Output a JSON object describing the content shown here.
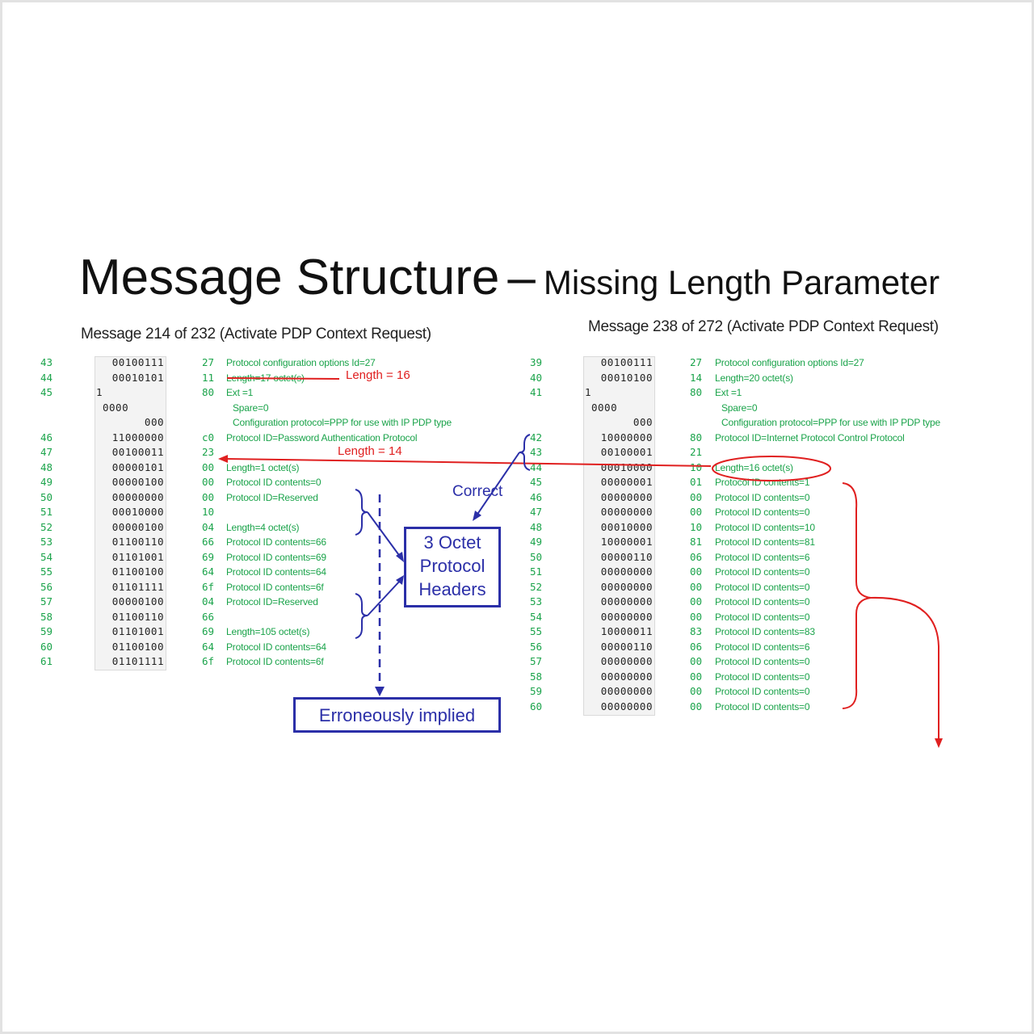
{
  "title": {
    "main": "Message Structure",
    "dash": "–",
    "sub": "Missing Length Parameter"
  },
  "left": {
    "header": "Message 214 of 232  (Activate PDP Context Request)",
    "numbers": [
      "43",
      "44",
      "45",
      "",
      "",
      "46",
      "47",
      "48",
      "49",
      "50",
      "51",
      "52",
      "53",
      "54",
      "55",
      "56",
      "57",
      "58",
      "59",
      "60",
      "61"
    ],
    "bits": [
      "00100111",
      "00010101",
      "1",
      "0000",
      "000",
      "11000000",
      "00100011",
      "00000101",
      "00000100",
      "00000000",
      "00010000",
      "00000100",
      "01100110",
      "01101001",
      "01100100",
      "01101111",
      "00000100",
      "01100110",
      "01101001",
      "01100100",
      "01101111"
    ],
    "hex": [
      "27",
      "11",
      "80",
      "",
      "",
      "c0",
      "23",
      "00",
      "00",
      "00",
      "10",
      "04",
      "66",
      "69",
      "64",
      "6f",
      "04",
      "66",
      "69",
      "64",
      "6f"
    ],
    "desc": [
      "Protocol configuration options Id=27",
      "Length=17 octet(s)",
      "Ext =1",
      "Spare=0",
      "Configuration protocol=PPP for use with IP PDP type",
      "Protocol ID=Password Authentication Protocol",
      "",
      "Length=1 octet(s)",
      "Protocol ID contents=0",
      "Protocol ID=Reserved",
      "",
      "Length=4 octet(s)",
      "Protocol ID contents=66",
      "Protocol ID contents=69",
      "Protocol ID contents=64",
      "Protocol ID contents=6f",
      "Protocol ID=Reserved",
      "",
      "Length=105 octet(s)",
      "Protocol ID contents=64",
      "Protocol ID contents=6f"
    ]
  },
  "right": {
    "header": "Message 238 of 272  (Activate PDP Context  Request)",
    "numbers": [
      "39",
      "40",
      "41",
      "",
      "",
      "42",
      "43",
      "44",
      "45",
      "46",
      "47",
      "48",
      "49",
      "50",
      "51",
      "52",
      "53",
      "54",
      "55",
      "56",
      "57",
      "58",
      "59",
      "60"
    ],
    "bits": [
      "00100111",
      "00010100",
      "1",
      "0000",
      "000",
      "10000000",
      "00100001",
      "00010000",
      "00000001",
      "00000000",
      "00000000",
      "00010000",
      "10000001",
      "00000110",
      "00000000",
      "00000000",
      "00000000",
      "00000000",
      "10000011",
      "00000110",
      "00000000",
      "00000000",
      "00000000",
      "00000000"
    ],
    "hex": [
      "27",
      "14",
      "80",
      "",
      "",
      "80",
      "21",
      "10",
      "01",
      "00",
      "00",
      "10",
      "81",
      "06",
      "00",
      "00",
      "00",
      "00",
      "83",
      "06",
      "00",
      "00",
      "00",
      "00"
    ],
    "desc": [
      "Protocol configuration options Id=27",
      "Length=20 octet(s)",
      "Ext =1",
      "Spare=0",
      "Configuration protocol=PPP for use with IP PDP type",
      "Protocol ID=Internet Protocol Control Protocol",
      "",
      "Length=16 octet(s)",
      "Protocol ID contents=1",
      "Protocol ID contents=0",
      "Protocol ID contents=0",
      "Protocol ID contents=10",
      "Protocol ID contents=81",
      "Protocol ID contents=6",
      "Protocol ID contents=0",
      "Protocol ID contents=0",
      "Protocol ID contents=0",
      "Protocol ID contents=0",
      "Protocol ID contents=83",
      "Protocol ID contents=6",
      "Protocol ID contents=0",
      "Protocol ID contents=0",
      "Protocol ID contents=0",
      "Protocol ID contents=0"
    ]
  },
  "annotations": {
    "length16": "Length = 16",
    "length14": "Length = 14",
    "correct": "Correct",
    "octet_box": [
      "3 Octet",
      "Protocol",
      "Headers"
    ],
    "erroneous": "Erroneously implied"
  },
  "colors": {
    "annotation_red": "#e02020",
    "annotation_blue": "#2b2fa8",
    "field_green": "#1aa34a"
  }
}
